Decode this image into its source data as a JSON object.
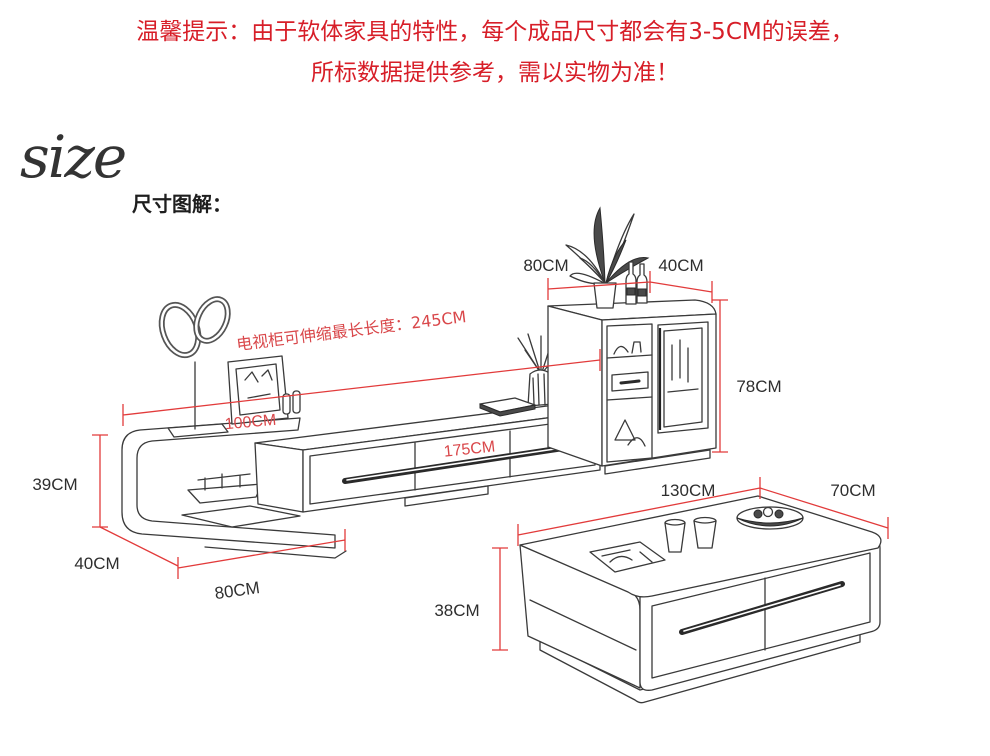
{
  "notice": {
    "line1": "温馨提示：由于软体家具的特性，每个成品尺寸都会有3-5CM的误差，",
    "line2": "所标数据提供参考，需以实物为准！"
  },
  "heading": {
    "script": "size",
    "title": "尺寸图解："
  },
  "dimensions": {
    "cabinet_width": "80CM",
    "cabinet_depth": "40CM",
    "cabinet_height": "78CM",
    "tv_stand_max_length": "电视柜可伸缩最长长度：245CM",
    "side_unit_length": "100CM",
    "drawer_unit_length": "175CM",
    "tv_stand_height": "39CM",
    "tv_stand_depth": "40CM",
    "tv_stand_base_length": "80CM",
    "coffee_table_length": "130CM",
    "coffee_table_width": "70CM",
    "coffee_table_height": "38CM"
  },
  "colors": {
    "notice_red": "#d71e28",
    "dimension_line_red": "#e23b3b",
    "sketch_line": "#3a3a3a"
  }
}
